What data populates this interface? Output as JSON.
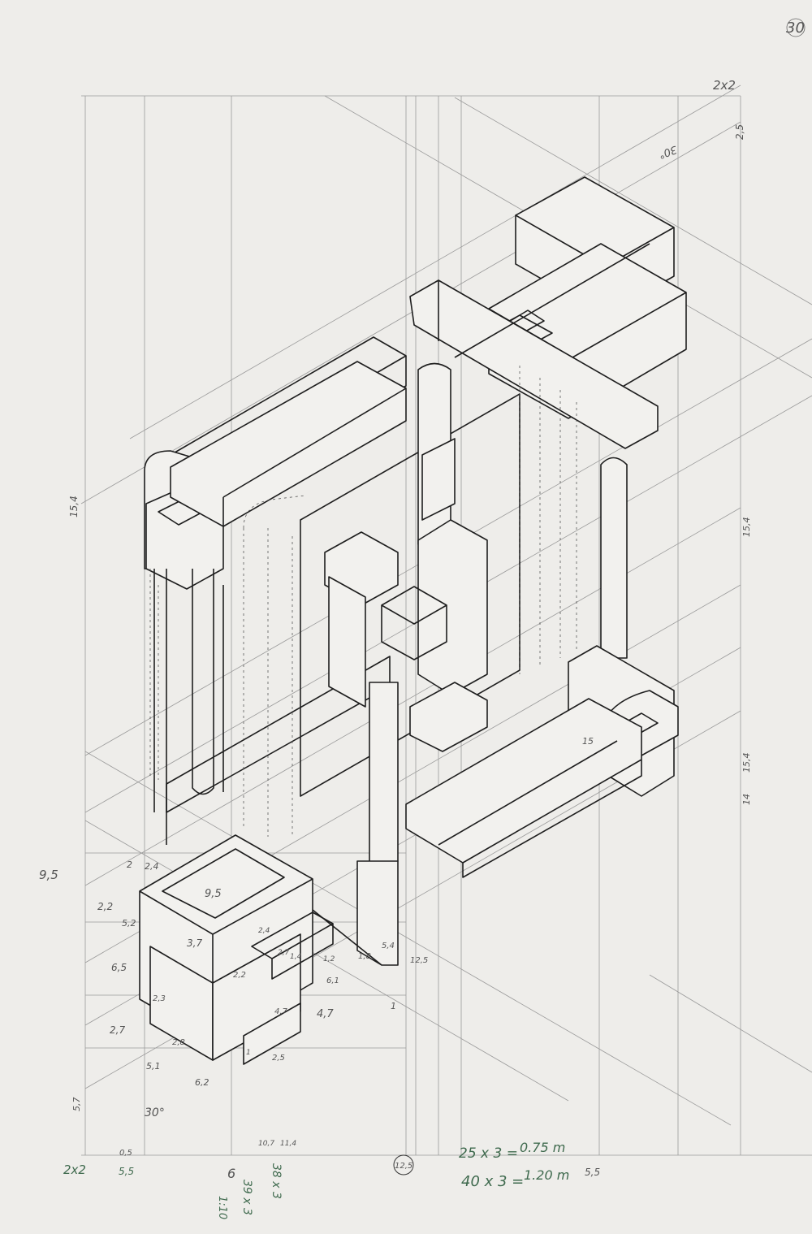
{
  "drawing": {
    "page_number": "30",
    "top_scale": "2x2",
    "top_right_dim": "2,5",
    "angle_top": "30°",
    "angle_bottom": "30°",
    "left_dims": [
      "15,4",
      "9,5",
      "2",
      "2,4",
      "2,2",
      "5,2",
      "6,5",
      "2,7",
      "5,1",
      "6,2",
      "5,7"
    ],
    "right_dims": [
      "15,4",
      "14",
      "15,4",
      "15"
    ],
    "part_dims": [
      "9,5",
      "3,7",
      "2,4",
      "2,2",
      "2,7",
      "1,4",
      "1,2",
      "6,1",
      "4,7",
      "4,7",
      "2,3",
      "2,8",
      "2,5",
      "1",
      "1,8",
      "5,4",
      "12,5",
      "1"
    ],
    "baseline": {
      "scale": "2x2",
      "mark_a": "5,5",
      "mark_b": "0,5",
      "mark_c": "6",
      "mark_d": "10,7",
      "mark_e": "11,4",
      "mark_f": "12,5",
      "mark_g": "5,5"
    },
    "calculations": {
      "line1_left": "25 x 3 =",
      "line1_result": "0.75 m",
      "line2_left": "40 x 3 =",
      "line2_result": "1.20 m",
      "note_a": "1:10",
      "note_b": "39 x 3",
      "note_c": "38 x 3"
    }
  }
}
